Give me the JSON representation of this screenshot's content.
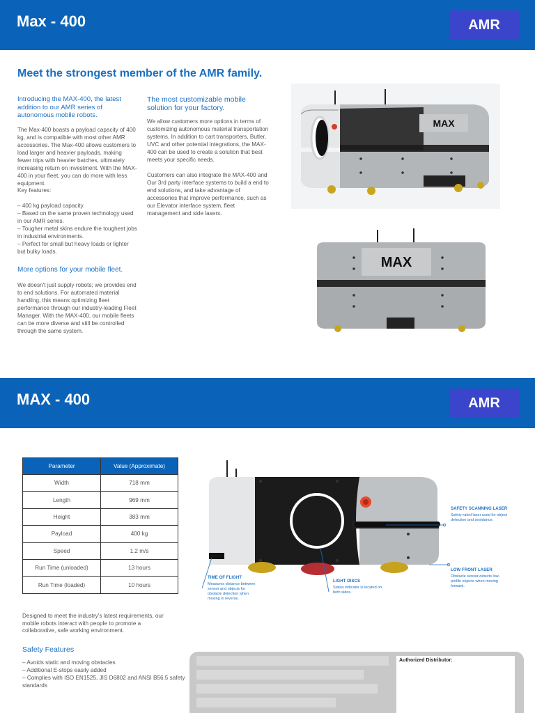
{
  "page1": {
    "banner_title": "Max - 400",
    "banner_badge": "AMR",
    "headline": "Meet the strongest member of the AMR family.",
    "intro_heading": "Introducing the MAX-400, the latest addition to our AMR series of autonomous mobile robots.",
    "intro_body": "The Max-400 boasts a payload capacity of 400 kg, and is compatible with most other AMR accessories. The Max-400 allows customers to load larger and heavier payloads, making fewer trips with heavier batches, ultimately increasing return on investment. With the MAX-400 in your fleet, you can do more with less equipment.",
    "key_features_label": "Key features:",
    "key_features": [
      "– 400 kg payload capacity.",
      "– Based on the same proven technology used in our AMR series.",
      "– Tougher metal skins endure the toughest jobs in industrial environments.",
      "– Perfect for small but heavy loads or lighter but bulky loads."
    ],
    "more_options_heading": "More options for your mobile fleet.",
    "more_options_body": "We doesn't just supply robots; we provides end to end solutions. For automated material handling, this means optimizing fleet performance through our industry-leading Fleet Manager. With the MAX-400, our mobile fleets can be more diverse and still be controlled through the same system.",
    "custom_heading": "The most customizable mobile solution for your factory.",
    "custom_body_1": "We allow customers more options in terms of customizing autonomous material transportation systems. In addition to cart transporters, Butler, UVC and other potential integrations, the MAX-400 can be used to create a solution that best meets your specific needs.",
    "custom_body_2": "Customers can also integrate the MAX-400 and Our 3rd party interface systems to build a end to end solutions, and take advantage of accessories that improve performance, such as our Elevator interface system, fleet management and side lasers.",
    "robot_label_1": "MAX",
    "robot_label_2": "MAX"
  },
  "page2": {
    "banner_title": "MAX - 400",
    "banner_badge": "AMR",
    "spec_table": {
      "headers": [
        "Parameter",
        "Value (Approximate)"
      ],
      "rows": [
        [
          "Width",
          "718 mm"
        ],
        [
          "Length",
          "969 mm"
        ],
        [
          "Height",
          "383 mm"
        ],
        [
          "Payload",
          "400 kg"
        ],
        [
          "Speed",
          "1.2 m/s"
        ],
        [
          "Run Time (unloaded)",
          "13 hours"
        ],
        [
          "Run Time (loaded)",
          "10 hours"
        ]
      ]
    },
    "designed_text": "Designed to meet the industry's latest requirements, our mobile robots interact with people to promote a collaborative, safe working environment.",
    "safety_heading": "Safety Features",
    "safety_items": [
      "– Avoids static and moving obstacles",
      "– Additional E-stops easily added",
      "– Complies with ISO EN1525, JIS D6802 and ANSI B56.5 safety standards"
    ],
    "callouts": {
      "safety_laser_title": "SAFETY SCANNING LASER",
      "safety_laser_desc": "Safety-rated laser used for object detection and avoidance.",
      "low_front_title": "LOW FRONT LASER",
      "low_front_desc": "Obstacle sensor detects low-profile objects when moving forward.",
      "tof_title": "TIME OF FLIGHT",
      "tof_desc": "Measures distance between sensor and objects for obstacle detection when moving in reverse.",
      "light_title": "LIGHT DISCS",
      "light_desc": "Status indicator is located on both sides."
    },
    "distributor_label": "Authorized Distributor:"
  },
  "colors": {
    "banner": "#0a63b8",
    "badge": "#3a45cc",
    "heading_blue": "#1a6fc2"
  }
}
